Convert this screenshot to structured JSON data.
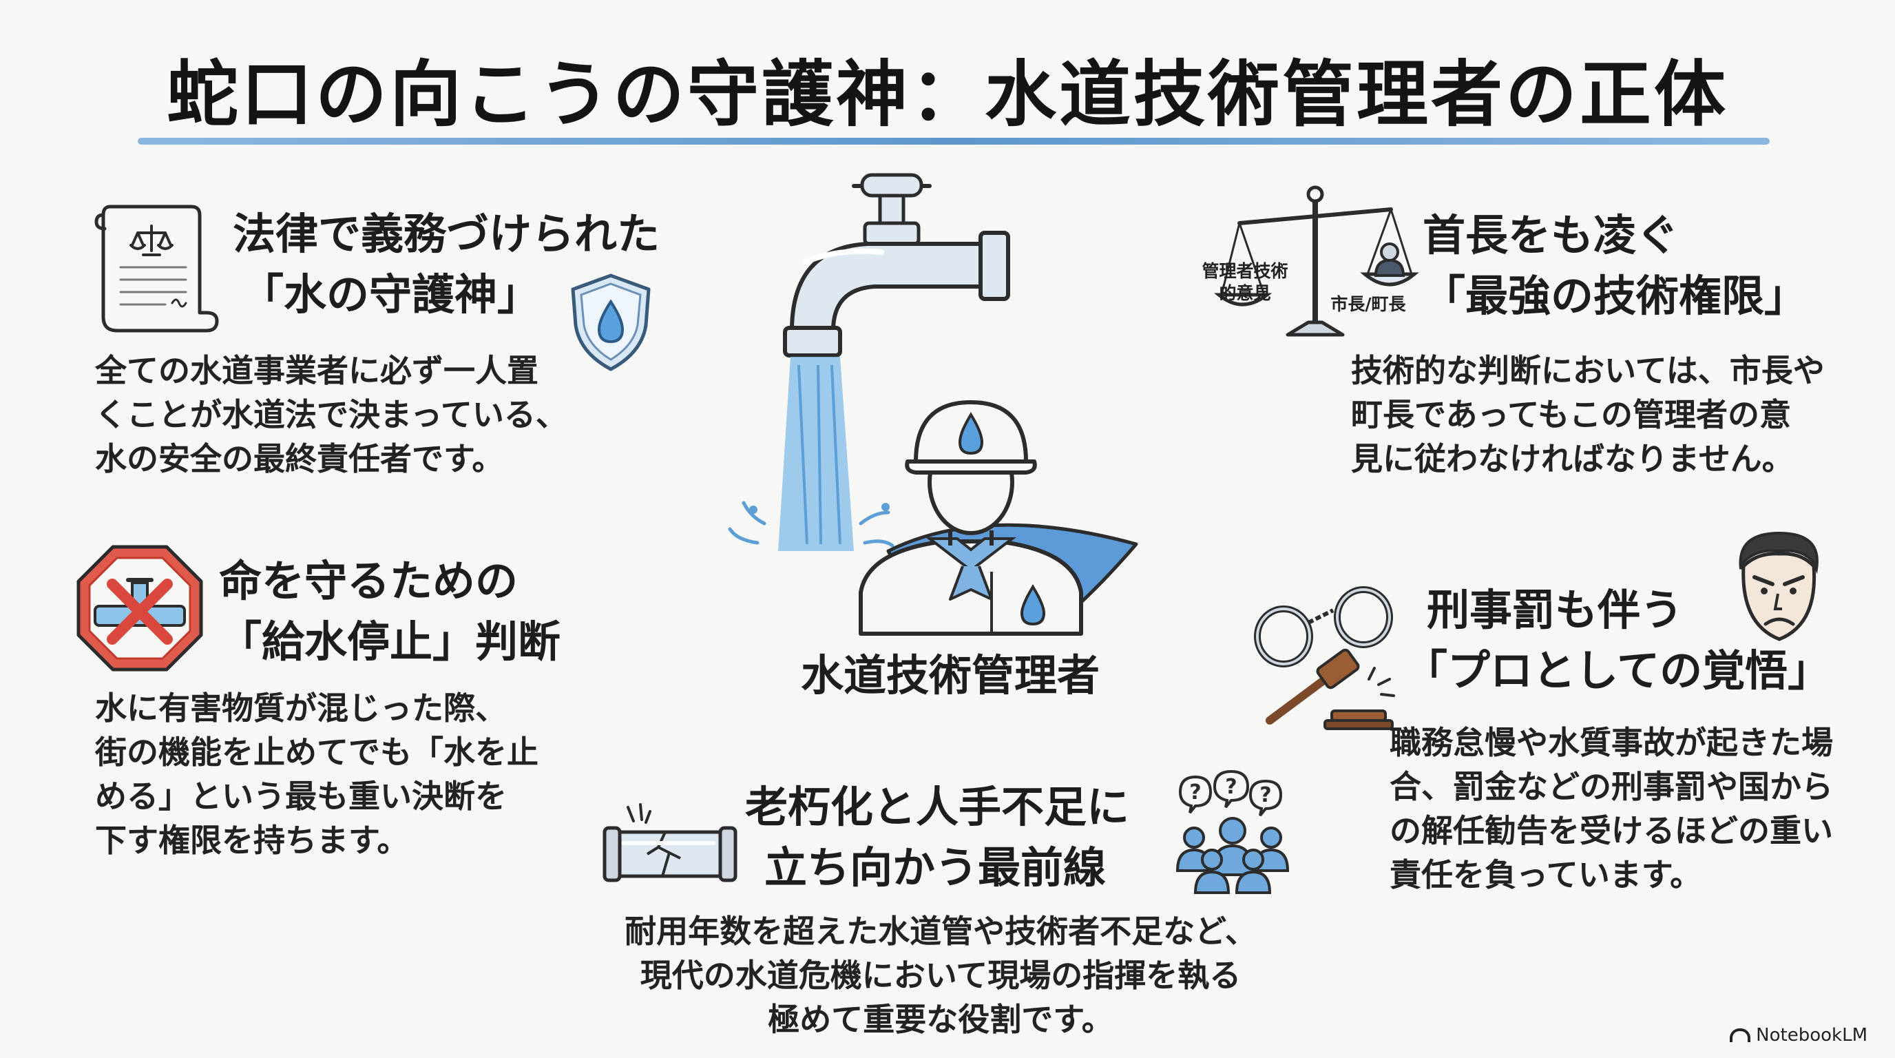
{
  "title": "蛇口の向こうの守護神：水道技術管理者の正体",
  "center": {
    "label": "水道技術管理者"
  },
  "sections": {
    "guardian": {
      "heading_1": "法律で義務づけられた",
      "heading_2": "「水の守護神」",
      "body": [
        "全ての水道事業者に必ず一人置",
        "くことが水道法で決まっている、",
        "水の安全の最終責任者です。"
      ]
    },
    "stop": {
      "heading_1": "命を守るための",
      "heading_2": "「給水停止」判断",
      "body": [
        "水に有害物質が混じった際、",
        "街の機能を止めてでも「水を止",
        "める」という最も重い決断を",
        "下す権限を持ちます。"
      ]
    },
    "authority": {
      "heading_1": "首長をも凌ぐ",
      "heading_2": "「最強の技術権限」",
      "body": [
        "技術的な判断においては、市長や",
        "町長であってもこの管理者の意",
        "見に従わなければなりません。"
      ],
      "scale_left_1": "管理者技術",
      "scale_left_2": "的意見",
      "scale_right": "市長/町長"
    },
    "penalty": {
      "heading_1": "刑事罰も伴う",
      "heading_2": "「プロとしての覚悟」",
      "body": [
        "職務怠慢や水質事故が起きた場",
        "合、罰金などの刑事罰や国から",
        "の解任勧告を受けるほどの重い",
        "責任を負っています。"
      ]
    },
    "frontline": {
      "heading_1": "老朽化と人手不足に",
      "heading_2": "立ち向かう最前線",
      "body": [
        "耐用年数を超えた水道管や技術者不足など、",
        "現代の水道危機において現場の指揮を執る",
        "極めて重要な役割です。"
      ]
    }
  },
  "footer": {
    "brand": "NotebookLM"
  },
  "icons": {
    "scroll": "scroll-document-icon",
    "shield": "water-shield-icon",
    "stop": "stop-sign-faucet-icon",
    "scale": "balance-scale-icon",
    "handcuffs": "handcuffs-icon",
    "gavel": "gavel-icon",
    "face": "stern-face-icon",
    "pipe": "cracked-pipe-icon",
    "people": "people-questions-icon",
    "faucet": "water-faucet-icon",
    "engineer": "engineer-hero-icon"
  },
  "colors": {
    "accent": "#4c8cc8",
    "water": "#8ec3ea",
    "stop_red": "#d9473d"
  }
}
